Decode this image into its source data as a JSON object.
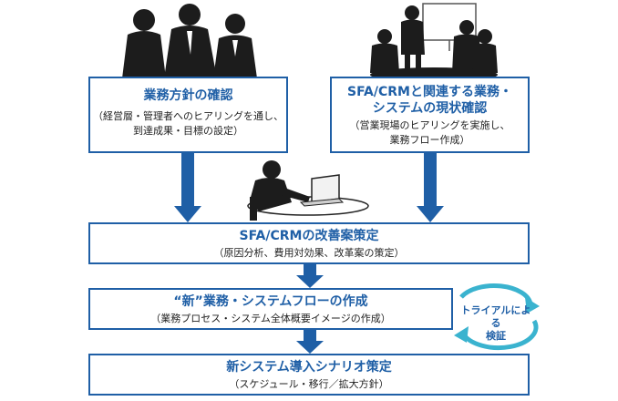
{
  "boxes": {
    "policy": {
      "title": "業務方針の確認",
      "sub_lines": [
        "（経営層・管理者へのヒアリングを通し、",
        "到達成果・目標の設定）"
      ]
    },
    "status": {
      "title_lines": [
        "SFA/CRMと関連する業務・",
        "システムの現状確認"
      ],
      "sub_lines": [
        "（営業現場のヒアリングを実施し、",
        "業務フロー作成）"
      ]
    },
    "improve": {
      "title": "SFA/CRMの改善案策定",
      "sub": "（原因分析、費用対効果、改革案の策定）"
    },
    "newflow": {
      "title": "“新”業務・システムフローの作成",
      "sub": "（業務プロセス・システム全体概要イメージの作成）"
    },
    "scenario": {
      "title": "新システム導入シナリオ策定",
      "sub": "（スケジュール・移行／拡大方針）"
    }
  },
  "trial_label_lines": [
    "トライアルによる",
    "検証"
  ],
  "colors": {
    "border": "#1f5fa6",
    "arrow": "#1f5fa6",
    "cycle": "#3ab3cf",
    "silhouette": "#1c1c1c"
  }
}
